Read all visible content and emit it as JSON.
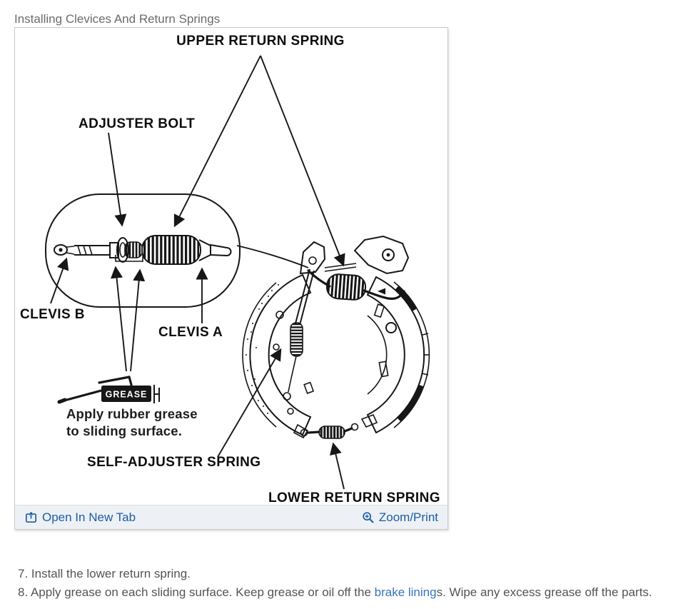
{
  "page": {
    "title": "Installing Clevices And Return Springs"
  },
  "figure": {
    "labels": {
      "upper_return_spring": "UPPER RETURN SPRING",
      "adjuster_bolt": "ADJUSTER BOLT",
      "clevis_b": "CLEVIS B",
      "clevis_a": "CLEVIS A",
      "grease_tag": "GREASE",
      "grease_note_line1": "Apply rubber grease",
      "grease_note_line2": "to sliding surface.",
      "self_adjuster_spring": "SELF-ADJUSTER SPRING",
      "lower_return_spring": "LOWER RETURN SPRING"
    },
    "toolbar": {
      "open_in_new_tab": "Open In New Tab",
      "zoom_print": "Zoom/Print"
    }
  },
  "instructions": {
    "step7": {
      "text": "7. Install the lower return spring."
    },
    "step8": {
      "prefix": "8. Apply grease on each sliding surface. Keep grease or oil off the ",
      "link": "brake lining",
      "suffix": "s. Wipe any excess grease off the parts."
    }
  },
  "colors": {
    "toolbar_link": "#1d5da6",
    "inline_link": "#3574bd",
    "diagram_ink": "#161616"
  }
}
